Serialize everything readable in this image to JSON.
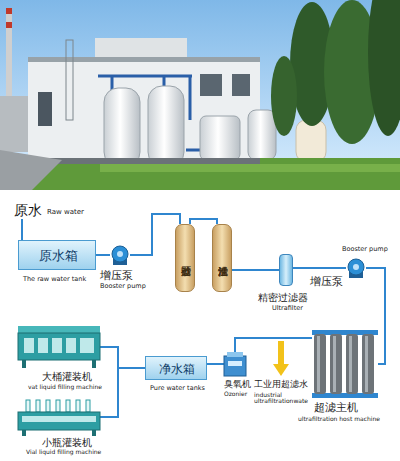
{
  "diagram": {
    "nodes": [
      {
        "text": [
          "原水",
          "Raw water"
        ]
      },
      {
        "text": [
          "原水箱",
          "The raw water tank"
        ]
      },
      {
        "text": [
          "增压泵",
          "Booster pump"
        ]
      },
      {
        "text": [
          "石英砂过滤"
        ]
      },
      {
        "text": [
          "活性炭过滤"
        ]
      },
      {
        "text": [
          "精密过滤器",
          "Ultrafilter"
        ]
      },
      {
        "text": [
          "增压泵",
          "Booster pump"
        ]
      },
      {
        "text": [
          "超滤主机",
          "ultrafiltration host machine"
        ]
      },
      {
        "text": [
          "臭氧机",
          "Ozonier"
        ]
      },
      {
        "text": [
          "净水箱",
          "Pure water tanks"
        ]
      },
      {
        "text": [
          "大桶灌装机",
          "vat liquid filling machine"
        ]
      },
      {
        "text": [
          "小瓶灌装机",
          "Vial liquid filling machine"
        ]
      }
    ],
    "edges": [
      {
        "from": 0,
        "to": 1,
        "arrow": "none"
      },
      {
        "from": 1,
        "to": 2,
        "arrow": "none"
      },
      {
        "from": 2,
        "to": 3,
        "arrow": "none"
      },
      {
        "from": 3,
        "to": 4,
        "arrow": "none"
      },
      {
        "from": 4,
        "to": 5,
        "arrow": "none"
      },
      {
        "from": 5,
        "to": 6,
        "arrow": "none"
      },
      {
        "from": 6,
        "to": 7,
        "arrow": "none"
      },
      {
        "from": 7,
        "to": 8,
        "arrow": "none"
      },
      {
        "from": 8,
        "to": 9,
        "arrow": "none"
      },
      {
        "from": 9,
        "to": 10,
        "arrow": "none"
      },
      {
        "from": 9,
        "to": 11,
        "arrow": "none"
      }
    ],
    "labels": [
      "工业用超滤水",
      "industrial ultrafiltrationwate"
    ]
  }
}
